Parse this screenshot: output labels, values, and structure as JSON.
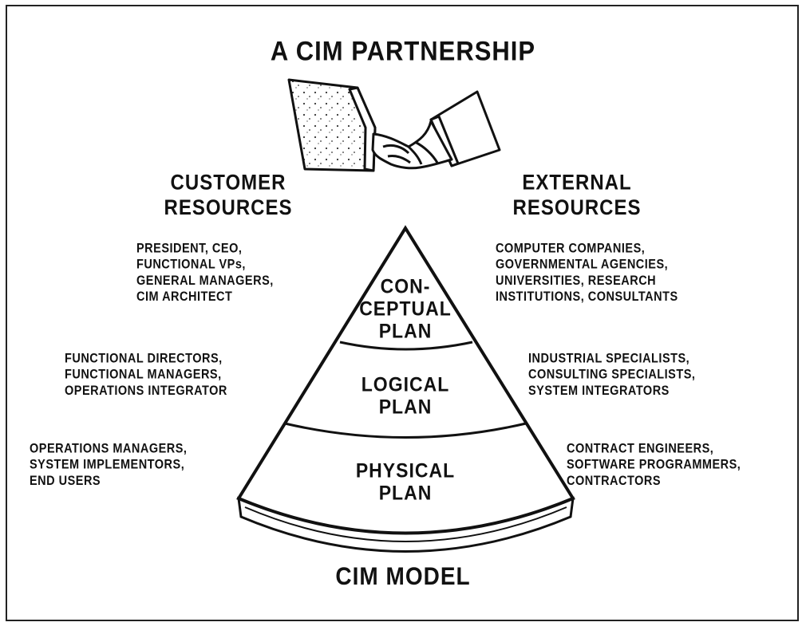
{
  "title": "A CIM PARTNERSHIP",
  "customer": {
    "heading": "CUSTOMER\nRESOURCES",
    "heading_line1": "CUSTOMER",
    "heading_line2": "RESOURCES",
    "conceptual": "PRESIDENT, CEO,\nFUNCTIONAL VPs,\nGENERAL MANAGERS,\nCIM ARCHITECT",
    "logical": "FUNCTIONAL DIRECTORS,\nFUNCTIONAL MANAGERS,\nOPERATIONS INTEGRATOR",
    "physical": "OPERATIONS MANAGERS,\nSYSTEM IMPLEMENTORS,\nEND USERS"
  },
  "external": {
    "heading_line1": "EXTERNAL",
    "heading_line2": "RESOURCES",
    "conceptual": "COMPUTER COMPANIES,\nGOVERNMENTAL AGENCIES,\nUNIVERSITIES, RESEARCH\nINSTITUTIONS, CONSULTANTS",
    "logical": "INDUSTRIAL SPECIALISTS,\nCONSULTING SPECIALISTS,\nSYSTEM INTEGRATORS",
    "physical": "CONTRACT ENGINEERS,\nSOFTWARE PROGRAMMERS,\nCONTRACTORS"
  },
  "pyramid": {
    "conceptual": "CON-\nCEPTUAL\nPLAN",
    "logical": "LOGICAL\nPLAN",
    "physical": "PHYSICAL\nPLAN"
  },
  "model_label": "CIM MODEL"
}
